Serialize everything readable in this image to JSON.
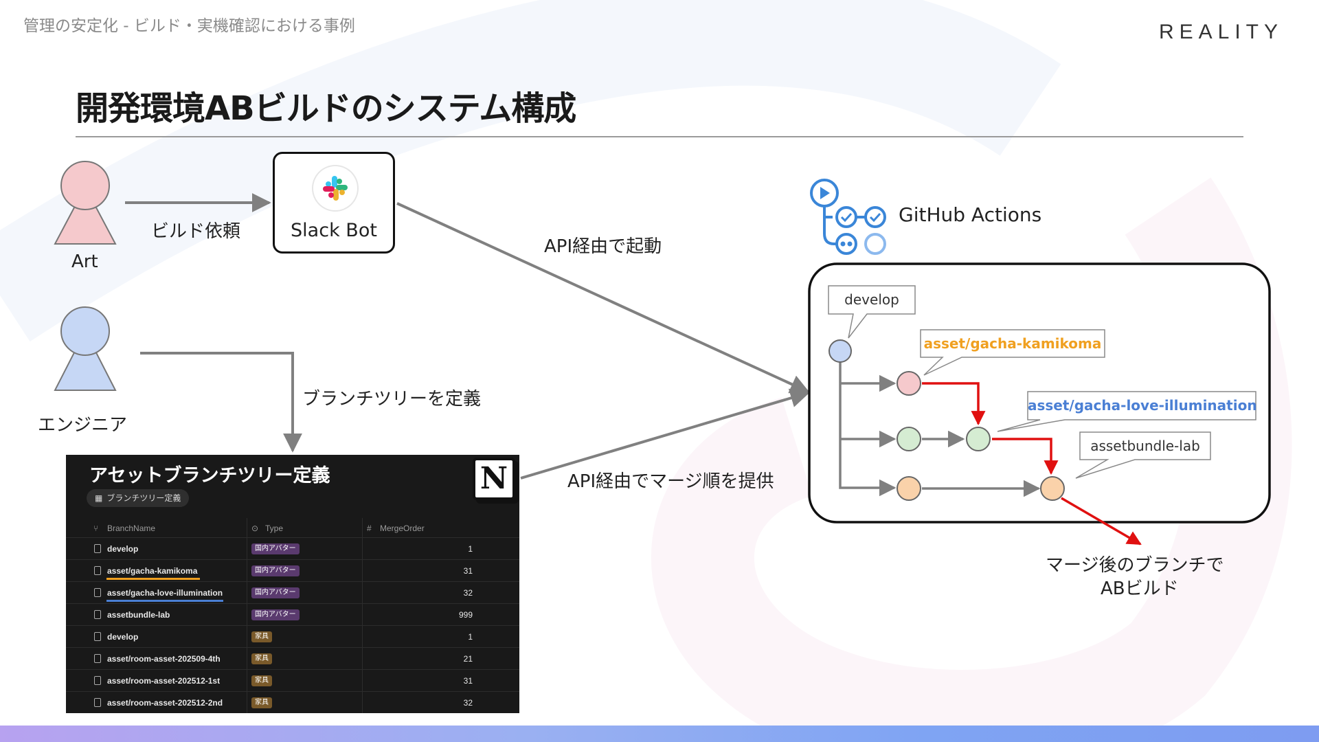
{
  "header": {
    "breadcrumb": "管理の安定化 - ビルド・実機確認における事例",
    "logo": "REALITY",
    "title": "開発環境ABビルドのシステム構成"
  },
  "actors": {
    "art": "Art",
    "engineer": "エンジニア"
  },
  "slack": {
    "name": "Slack Bot"
  },
  "labels": {
    "build_request": "ビルド依頼",
    "api_trigger": "API経由で起動",
    "define_tree": "ブランチツリーを定義",
    "api_merge_order": "API経由でマージ順を提供",
    "after_merge_line1": "マージ後のブランチで",
    "after_merge_line2": "ABビルド"
  },
  "github": {
    "name": "GitHub Actions",
    "callouts": {
      "develop": "develop",
      "kamikoma": "asset/gacha-kamikoma",
      "love": "asset/gacha-love-illumination",
      "lab": "assetbundle-lab"
    },
    "colors": {
      "kamikoma": "#f0a020",
      "love": "#4a7fd4",
      "merge_arrow": "#e01010"
    }
  },
  "notion": {
    "title": "アセットブランチツリー定義",
    "view_label": "ブランチツリー定義",
    "logo_letter": "N",
    "columns": [
      "BranchName",
      "Type",
      "MergeOrder"
    ],
    "rows": [
      {
        "name": "develop",
        "type": "国内アバター",
        "order": "1"
      },
      {
        "name": "asset/gacha-kamikoma",
        "type": "国内アバター",
        "order": "31"
      },
      {
        "name": "asset/gacha-love-illumination",
        "type": "国内アバター",
        "order": "32"
      },
      {
        "name": "assetbundle-lab",
        "type": "国内アバター",
        "order": "999"
      },
      {
        "name": "develop",
        "type": "家具",
        "order": "1"
      },
      {
        "name": "asset/room-asset-202509-4th",
        "type": "家具",
        "order": "21"
      },
      {
        "name": "asset/room-asset-202512-1st",
        "type": "家具",
        "order": "31"
      },
      {
        "name": "asset/room-asset-202512-2nd",
        "type": "家具",
        "order": "32"
      }
    ]
  }
}
